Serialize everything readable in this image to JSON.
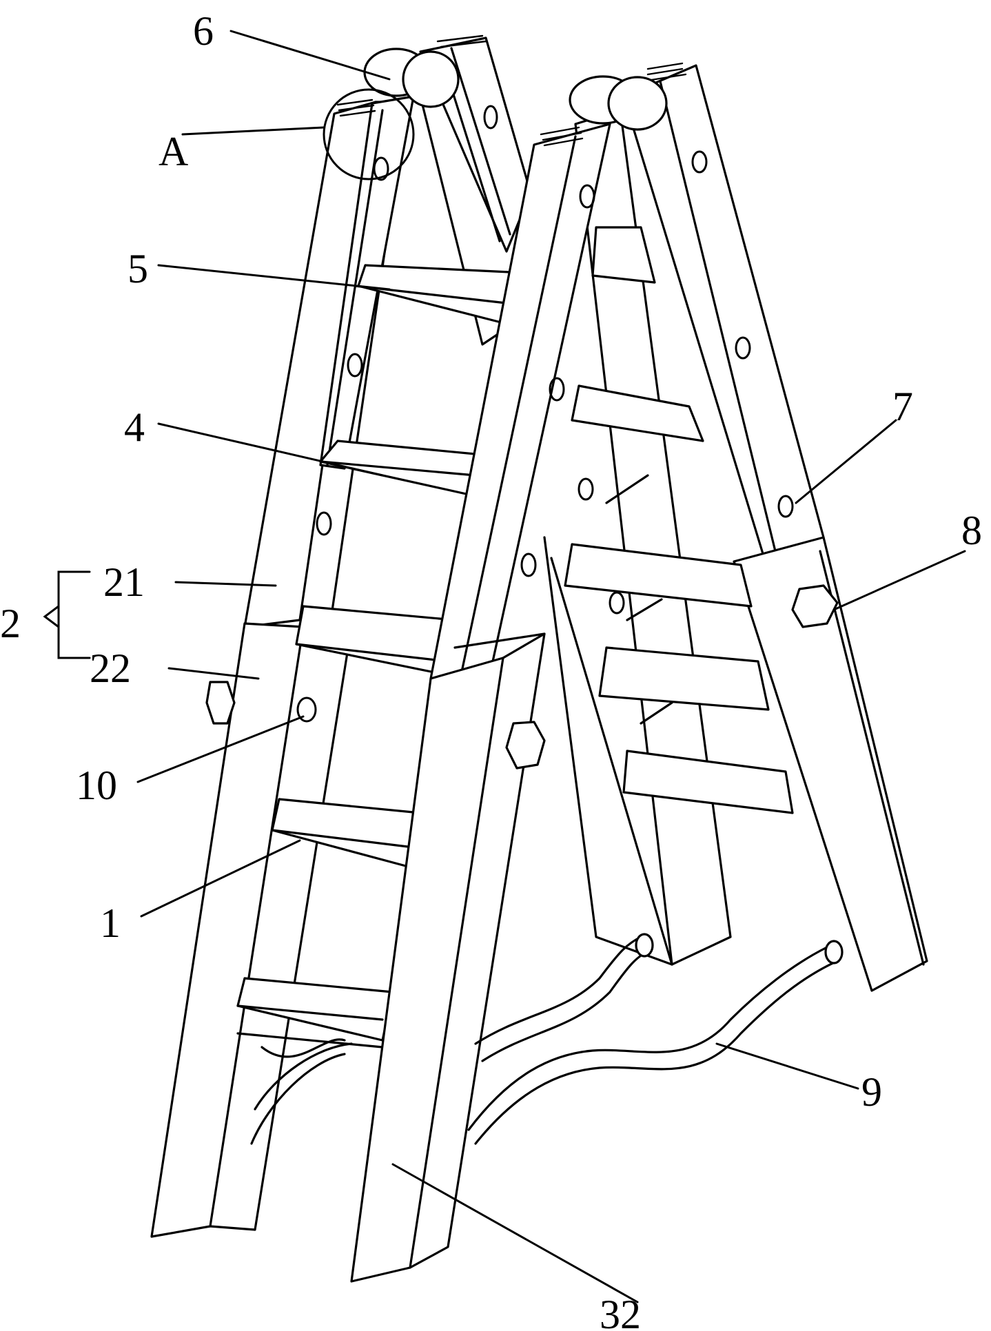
{
  "labels": {
    "l1": "1",
    "l2": "2",
    "l4": "4",
    "l5": "5",
    "l6": "6",
    "l7": "7",
    "l8": "8",
    "l9": "9",
    "l10": "10",
    "l21": "21",
    "l22": "22",
    "l32": "32",
    "lA": "A"
  },
  "colors": {
    "line": "#000000",
    "background": "#ffffff"
  }
}
